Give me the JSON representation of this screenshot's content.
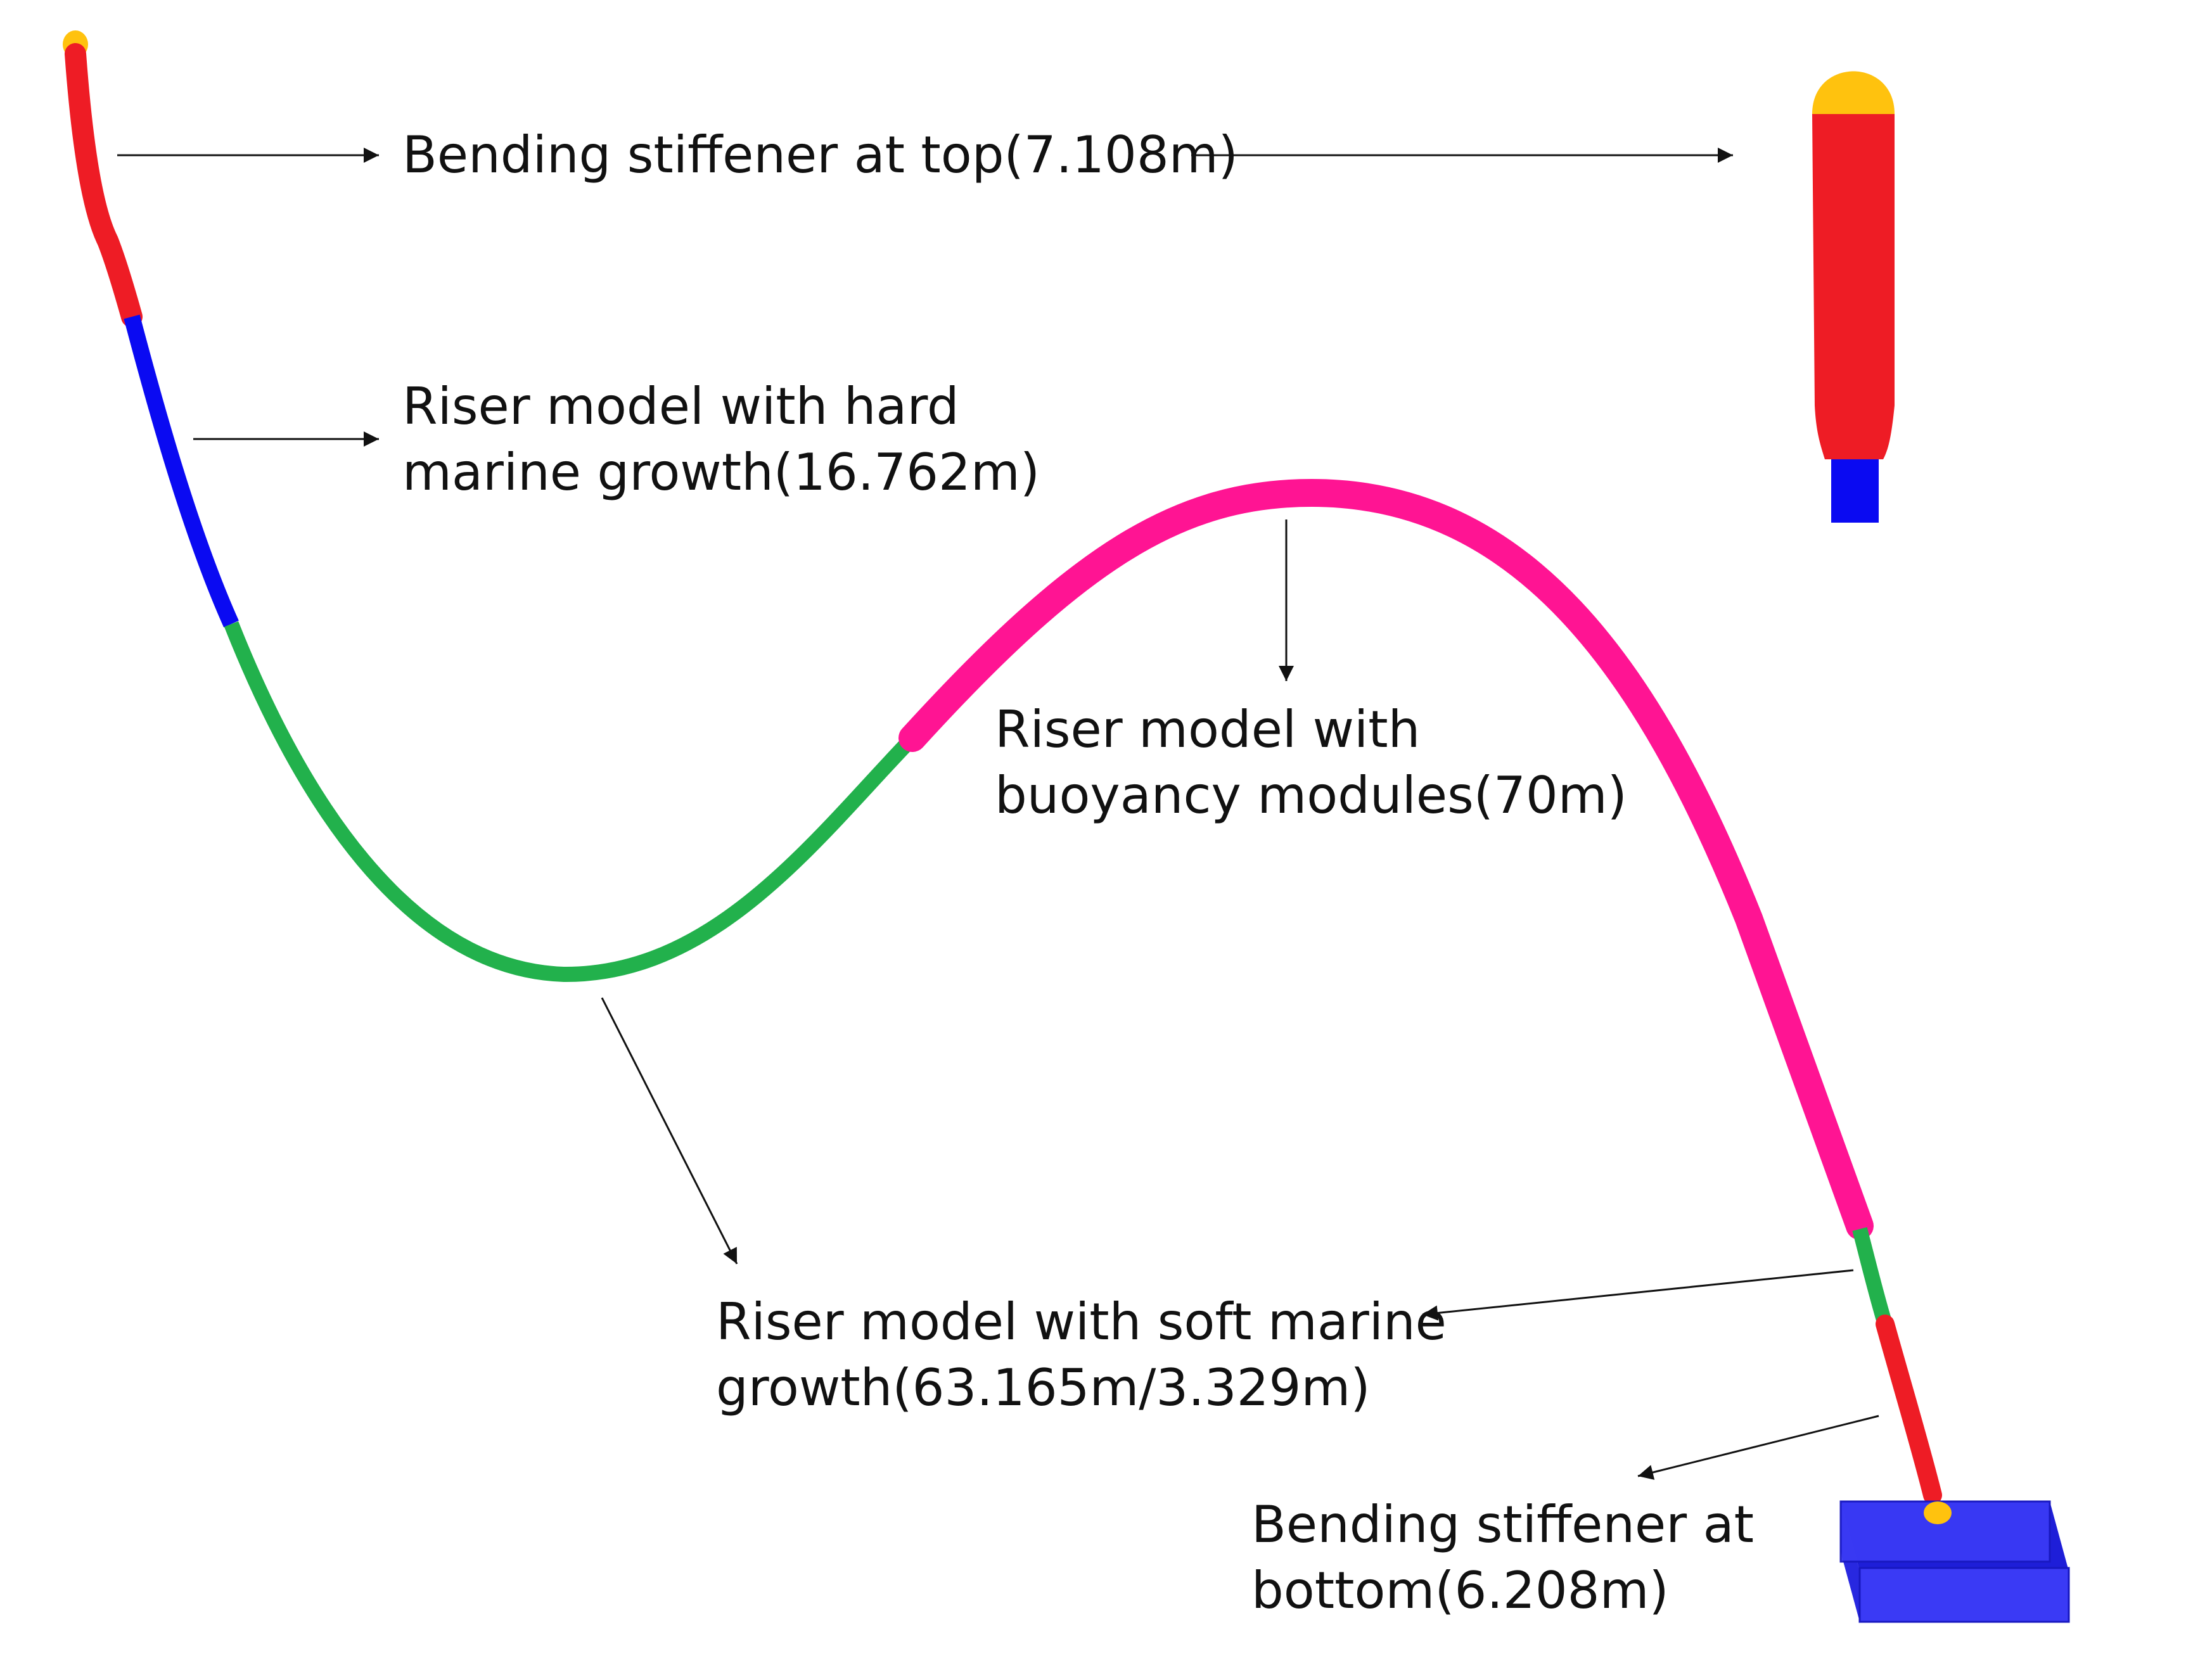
{
  "colors": {
    "yellow": "#FFC20E",
    "red": "#EE1C25",
    "blue": "#0A0AF2",
    "green": "#22B14C",
    "pink": "#FF1493",
    "base_blue": "#3A3AF5",
    "base_blue_dark": "#1E1ED8",
    "line": "#111111"
  },
  "labels": {
    "top_stiffener": {
      "line1": "Bending stiffener at top(7.108m)"
    },
    "hard_growth": {
      "line1": "Riser model with hard",
      "line2": "marine growth(16.762m)"
    },
    "buoyancy": {
      "line1": "Riser model with",
      "line2": "buoyancy modules(70m)"
    },
    "soft_growth": {
      "line1": "Riser model with soft marine",
      "line2": "growth(63.165m/3.329m)"
    },
    "bottom_stiffener": {
      "line1": "Bending stiffener at",
      "line2": "bottom(6.208m)"
    }
  }
}
